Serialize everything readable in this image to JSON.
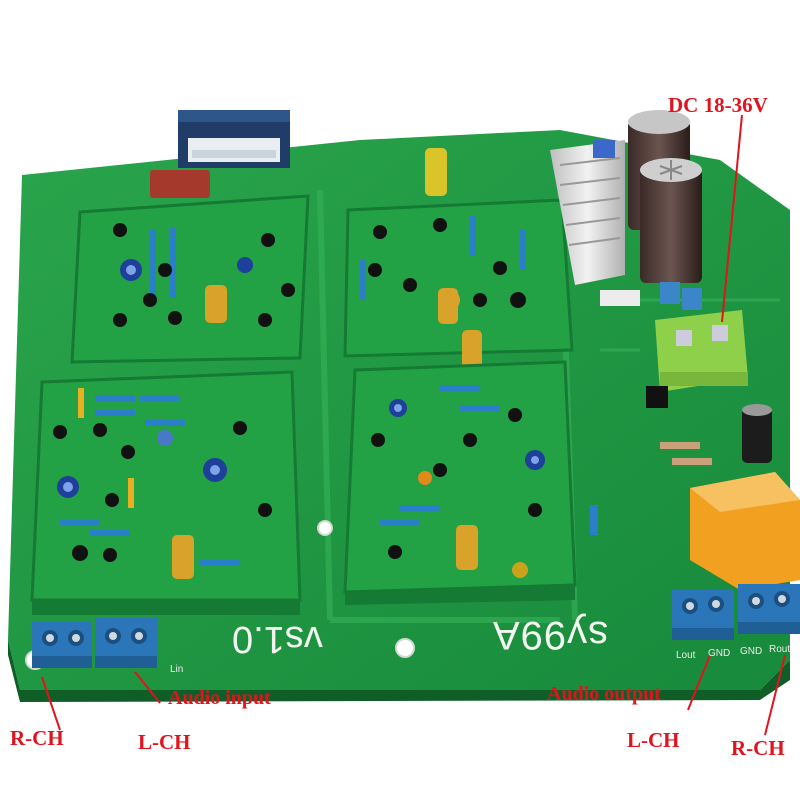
{
  "annotations": {
    "power": "DC 18-36V",
    "audio_input": "Audio input",
    "audio_output": "Audio output",
    "input_right": "R-CH",
    "input_left": "L-CH",
    "output_left": "L-CH",
    "output_right": "R-CH"
  },
  "board": {
    "model": "sy99A",
    "version": "vs1.0",
    "ports": {
      "lin": "Lin",
      "lout": "Lout",
      "gnd_a": "GND",
      "gnd_b": "GND",
      "rout": "Rout"
    }
  },
  "colors": {
    "pcb": "#1f9a43",
    "pcb_dark": "#147a33",
    "annotation": "#e0141e",
    "terminal_block": "#2a76b8",
    "relay": "#f2a020",
    "heatsink": "#d8d8d8"
  }
}
